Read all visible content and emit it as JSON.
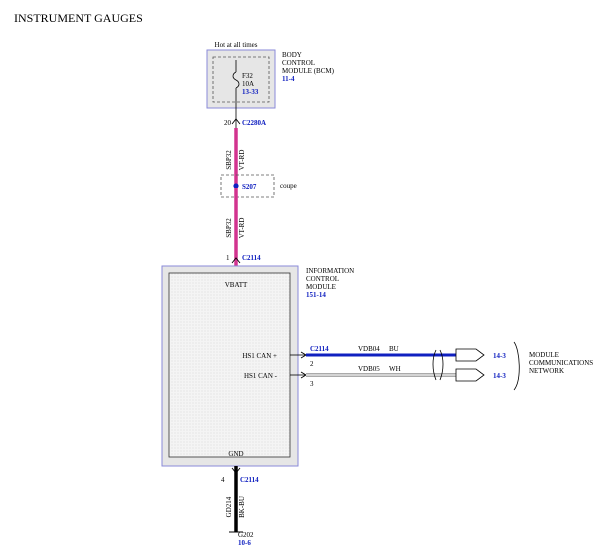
{
  "title": "INSTRUMENT GAUGES",
  "bcm": {
    "hot_label": "Hot at all times",
    "name_lines": [
      "BODY",
      "CONTROL",
      "MODULE (BCM)"
    ],
    "ref": "11-4",
    "fuse_name": "F32",
    "fuse_rating": "10A",
    "fuse_ref": "13-33",
    "pin": "20",
    "connector": "C2280A"
  },
  "wire_top": {
    "circuit": "SBP32",
    "color": "VT-RD",
    "hex": "#d2338f"
  },
  "splice": {
    "name": "S207",
    "note": "coupe"
  },
  "wire_mid": {
    "circuit": "SBP32",
    "color": "VT-RD",
    "hex": "#d2338f"
  },
  "icm": {
    "pin_top": "1",
    "connector_top": "C2114",
    "name_lines": [
      "INFORMATION",
      "CONTROL",
      "MODULE"
    ],
    "ref": "151-14",
    "vbatt_label": "VBATT",
    "gnd_label": "GND",
    "can_connector": "C2114",
    "can_pos_label": "HS1 CAN +",
    "can_neg_label": "HS1 CAN -",
    "can_pos_pin": "2",
    "can_neg_pin": "3",
    "pin_bottom": "4",
    "connector_bottom": "C2114"
  },
  "can_pos_wire": {
    "circuit": "VDB04",
    "color": "BU",
    "ref": "14-3",
    "hex": "#1020c0"
  },
  "can_neg_wire": {
    "circuit": "VDB05",
    "color": "WH",
    "ref": "14-3"
  },
  "network_label_lines": [
    "MODULE",
    "COMMUNICATIONS",
    "NETWORK"
  ],
  "ground_wire": {
    "circuit": "GD214",
    "color": "BK-BU"
  },
  "ground": {
    "name": "G202",
    "ref": "10-6"
  }
}
